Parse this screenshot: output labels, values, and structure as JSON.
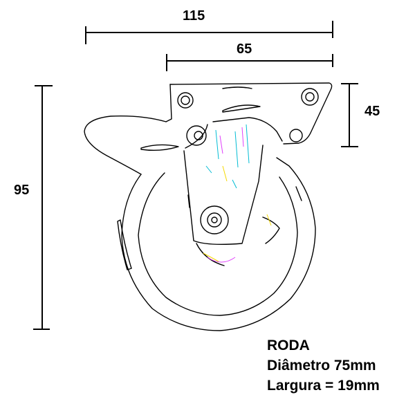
{
  "dimensions": {
    "overall_width": "115",
    "plate_width": "65",
    "plate_height": "45",
    "overall_height": "95"
  },
  "specs": {
    "title": "RODA",
    "diameter": "Diâmetro 75mm",
    "width": "Largura = 19mm"
  },
  "icon": "caster-wheel-drawing",
  "colors": {
    "line": "#000000",
    "artifact_cyan": "#00bcd4",
    "artifact_magenta": "#e040fb",
    "artifact_yellow": "#f5d800"
  }
}
